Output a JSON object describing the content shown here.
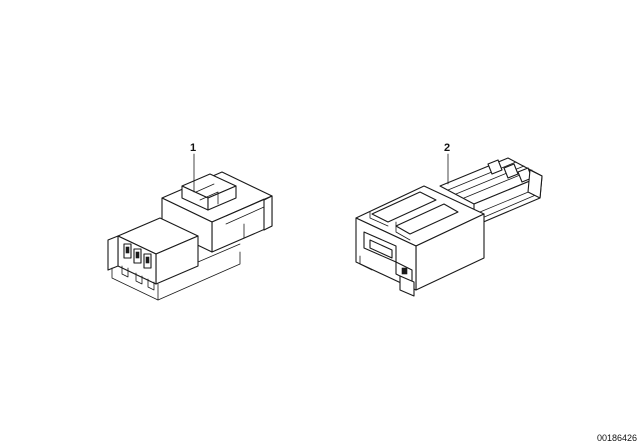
{
  "parts": [
    {
      "callout": "1"
    },
    {
      "callout": "2"
    }
  ],
  "drawing_number": "00186426"
}
